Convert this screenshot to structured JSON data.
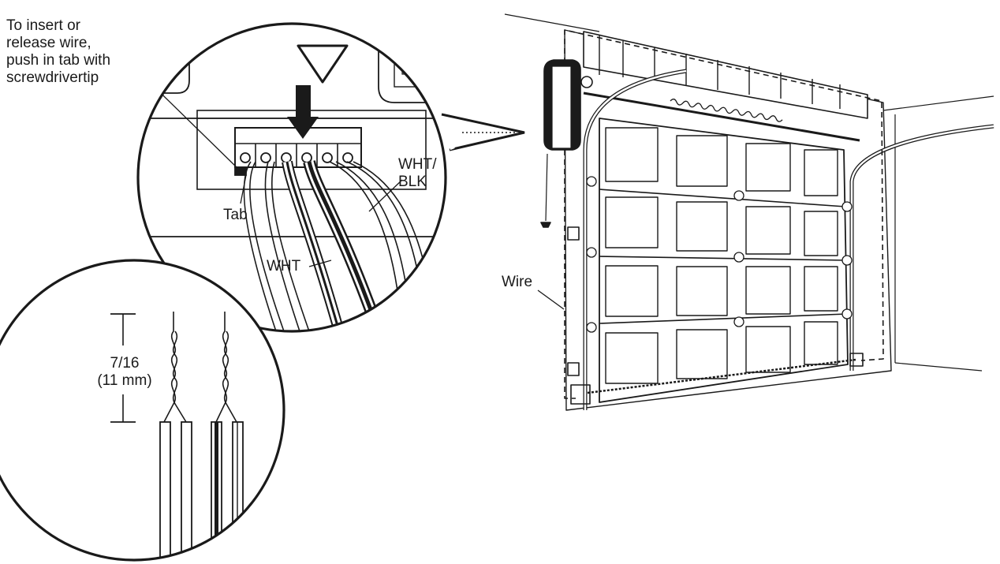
{
  "labels": {
    "instruction": "To insert or\nrelease wire,\npush in tab with\nscrewdrivertip",
    "tab": "Tab",
    "wht_blk": "WHT/ BLK",
    "wht": "WHT",
    "measurement": "7/16\n(11 mm)",
    "wire": "Wire"
  },
  "icons": {
    "door_button_arrow": "down-triangle-icon",
    "insert_arrow": "down-arrow-icon"
  },
  "colors": {
    "line": "#1a1a1a",
    "background": "#ffffff"
  }
}
